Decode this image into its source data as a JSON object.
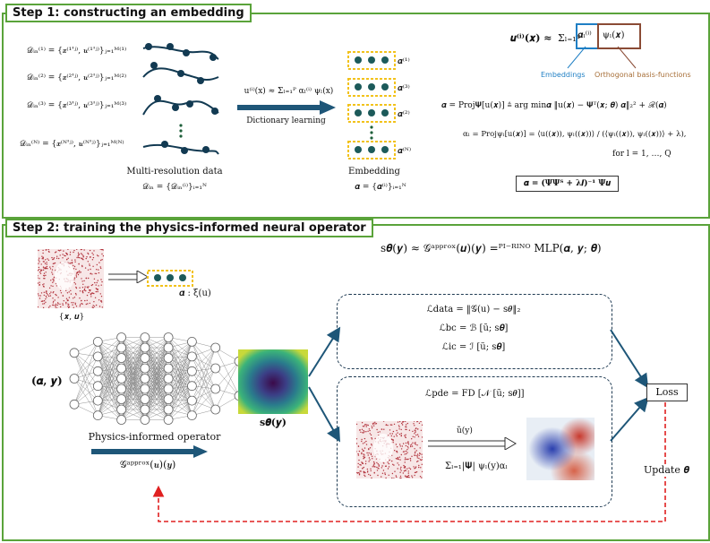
{
  "step1": {
    "title": "Step 1: constructing an embedding",
    "datasets": [
      "𝒟ᵢₙ⁽¹⁾ = {𝒙⁽¹'ʲ⁾, 𝒖⁽¹'ʲ⁾}ⱼ₌₁ᴹ⁽¹⁾",
      "𝒟ᵢₙ⁽²⁾ = {𝒙⁽²'ʲ⁾, 𝒖⁽²'ʲ⁾}ⱼ₌₁ᴹ⁽²⁾",
      "𝒟ᵢₙ⁽³⁾ = {𝒙⁽³'ʲ⁾, 𝒖⁽³'ʲ⁾}ⱼ₌₁ᴹ⁽³⁾",
      "𝒟ᵢₙ⁽ᴺ⁾ = {𝒙⁽ᴺ'ʲ⁾, 𝒖⁽ᴺ'ʲ⁾}ⱼ₌₁ᴹ⁽ᴺ⁾"
    ],
    "multi_res_label": "Multi-resolution data",
    "d_in_def": "𝒟ᵢₙ = {𝒟ᵢₙ⁽ⁱ⁾}ᵢ₌₁ᴺ",
    "approx_formula": "u⁽ⁱ⁾(x) ≈ Σₗ₌₁ᴾ αₗ⁽ⁱ⁾ ψₗ(x)",
    "dictionary_learning": "Dictionary learning",
    "embedding_labels": [
      "𝜶⁽¹⁾",
      "𝜶⁽³⁾",
      "𝜶⁽²⁾",
      "𝜶⁽ᴺ⁾"
    ],
    "embedding_label": "Embedding",
    "alpha_set": "𝜶 = {𝜶⁽ⁱ⁾}ᵢ₌₁ᴺ",
    "top_formula_lhs": "𝒖⁽ⁱ⁾(𝒙) ≈",
    "top_formula_sum": "Σₗ₌₁ᵠ",
    "top_formula_alpha": "𝜶ₗ⁽ⁱ⁾",
    "top_formula_psi": "ψₗ(𝒙)",
    "embeddings_label": "Embeddings",
    "basis_label": "Orthogonal basis-functions",
    "proj_formula": "𝜶 = Proj𝚿[u(𝒙)] ≜ arg min𝜶 ‖u(𝒙) − 𝚿ᵀ(𝒙; 𝜽) 𝜶‖₂² + ℛ(𝜶)",
    "alpha_l_formula": "αₗ = Projψₗ[u(𝒙)] = ⟨u((𝒙)), ψₗ((𝒙))⟩ / (⟨ψₗ((𝒙)), ψₗ((𝒙))⟩ + λ),",
    "for_l": "for l = 1, …, Q",
    "boxed_formula": "𝜶 = (𝚿𝚿ᵀ + λ𝑰)⁻¹ 𝚿𝒖"
  },
  "step2": {
    "title": "Step 2: training the physics-informed neural operator",
    "main_formula": "s𝜽(𝒚) ≈ 𝒢ᵃᵖᵖʳᵒˣ(𝒖)(𝒚) =ᴾᴵ⁻ᴿᴵᴺᴼ MLP(𝜶, 𝒚; 𝜽)",
    "xu_label": "{𝒙, 𝒖}",
    "alpha_xi": "𝜶 :  ξ(u)",
    "input_label": "(𝜶, 𝒚)",
    "operator_label": "Physics-informed operator",
    "g_approx": "𝒢ᵃᵖᵖʳᵒˣ(𝒖)(𝒚)",
    "s_theta": "s𝜽(𝒚)",
    "loss_data": "ℒdata = ‖𝒢(u) − s𝜽‖₂",
    "loss_bc": "ℒbc = ℬ [ũ; s𝜽]",
    "loss_ic": "ℒic = ℐ [ũ; s𝜽]",
    "loss_pde": "ℒpde = FD [𝒩 [ũ; s𝜽]]",
    "u_tilde": "ũ(y)",
    "sum_formula": "Σₗ₌₁|𝚿| ψₗ(y)αₗ",
    "loss_label": "Loss",
    "update_label": "Update 𝜽"
  },
  "colors": {
    "section_border": "#5aa33a",
    "arrow_blue": "#1e5678",
    "embed_box": "#f2c21b",
    "embed_dot": "#1c5a5a",
    "embeddings_box": "#1f7fc4",
    "basis_box": "#8a4b35",
    "update_red": "#e02020"
  }
}
